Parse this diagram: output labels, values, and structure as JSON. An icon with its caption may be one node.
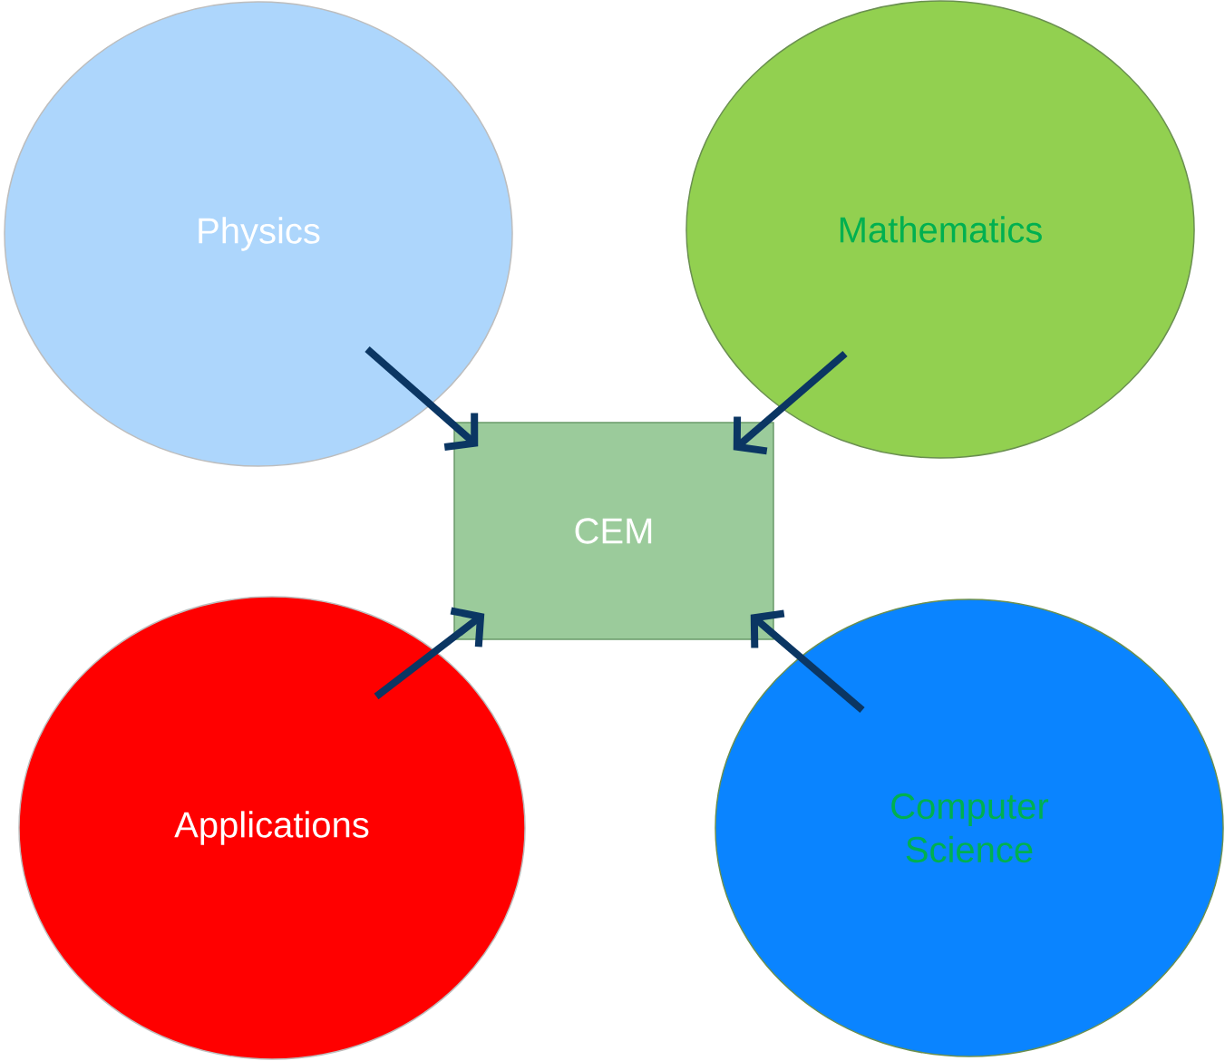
{
  "diagram": {
    "nodes": [
      {
        "text": [
          "Physics"
        ]
      },
      {
        "text": [
          "Mathematics"
        ]
      },
      {
        "text": [
          "CEM"
        ]
      },
      {
        "text": [
          "Applications"
        ]
      },
      {
        "text": [
          "Computer Science"
        ]
      }
    ],
    "edges": [
      {
        "from": 0,
        "to": 2,
        "arrow": "to"
      },
      {
        "from": 1,
        "to": 2,
        "arrow": "to"
      },
      {
        "from": 3,
        "to": 2,
        "arrow": "to"
      },
      {
        "from": 4,
        "to": 2,
        "arrow": "to"
      }
    ]
  }
}
